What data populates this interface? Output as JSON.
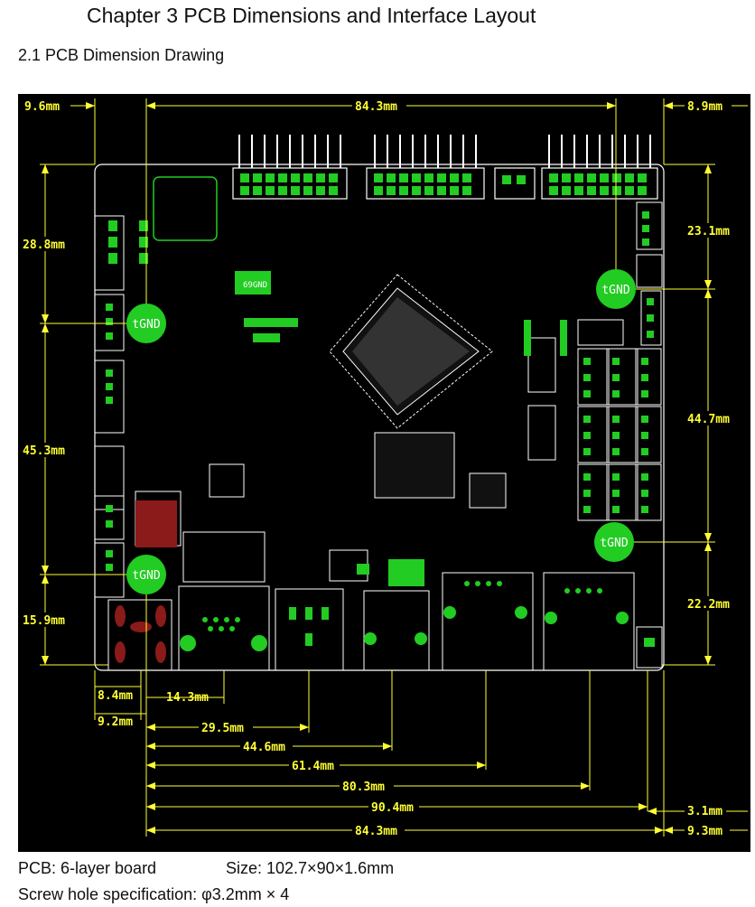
{
  "doc": {
    "chapter_title": "Chapter 3 PCB Dimensions and Interface Layout",
    "section_title": "2.1 PCB Dimension Drawing",
    "pcb_layers": "PCB: 6-layer board",
    "pcb_size": "Size: 102.7×90×1.6mm",
    "screw_spec": "Screw hole specification: φ3.2mm × 4"
  },
  "drawing": {
    "top_dims": {
      "left": "9.6mm",
      "center": "84.3mm",
      "right": "8.9mm"
    },
    "left_dims": {
      "top": "28.8mm",
      "middle": "45.3mm",
      "bottom": "15.9mm"
    },
    "right_dims": {
      "top": "23.1mm",
      "middle": "44.7mm",
      "bottom": "22.2mm"
    },
    "bottom_dims": {
      "d1": "8.4mm",
      "d2": "9.2mm",
      "d3": "14.3mm",
      "d4": "29.5mm",
      "d5": "44.6mm",
      "d6": "61.4mm",
      "d7": "80.3mm",
      "d8": "90.4mm",
      "d9": "84.3mm",
      "d10": "3.1mm",
      "d11": "9.3mm"
    },
    "ground_label": "tGND",
    "chip_marking": "69GND",
    "colors": {
      "dim": "#ffff33",
      "pad": "#22cc22",
      "outline": "#ffffff",
      "bg": "#000000"
    }
  }
}
